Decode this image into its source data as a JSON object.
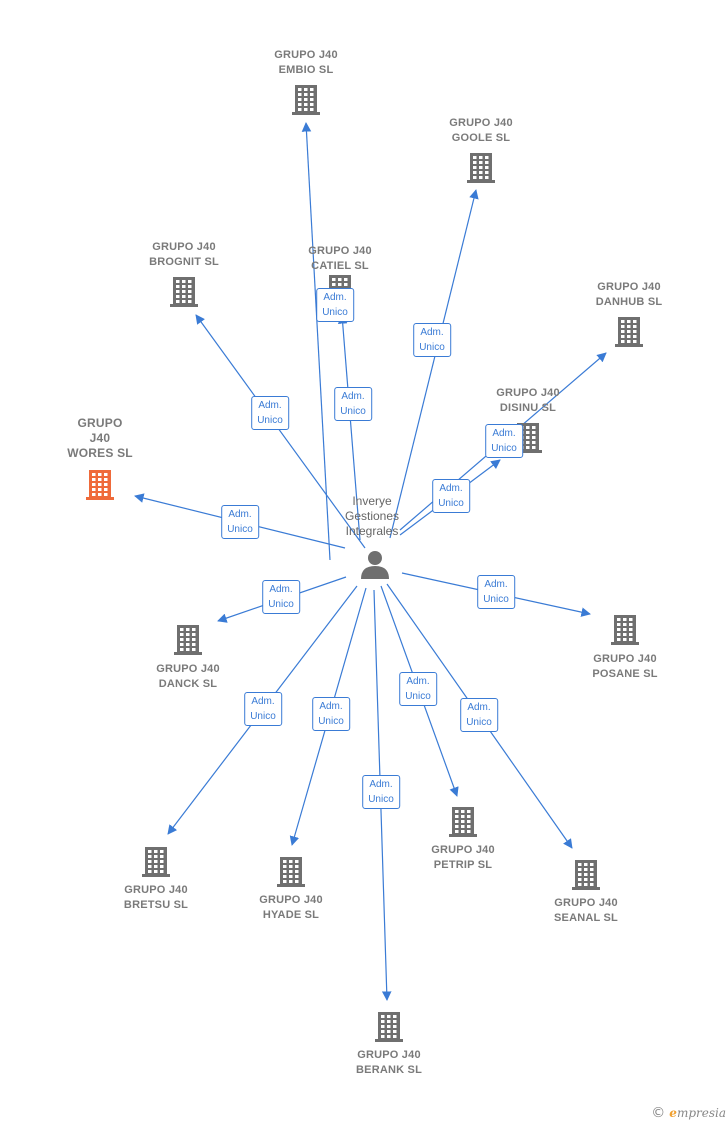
{
  "colors": {
    "edge": "#3a7bd5",
    "building": "#6f6f6f",
    "building_highlight": "#ef6a3a",
    "person": "#6f6f6f"
  },
  "icons": {
    "company": "building-icon",
    "person": "person-icon",
    "arrow": "arrowhead-icon"
  },
  "center": {
    "lines": [
      "Inverye",
      "Gestiones",
      "Integrales"
    ]
  },
  "relation_label": [
    "Adm.",
    "Unico"
  ],
  "companies": [
    {
      "id": "embio",
      "lines": [
        "GRUPO J40",
        "EMBIO  SL"
      ]
    },
    {
      "id": "goole",
      "lines": [
        "GRUPO J40",
        "GOOLE  SL"
      ]
    },
    {
      "id": "brognit",
      "lines": [
        "GRUPO J40",
        "BROGNIT  SL"
      ]
    },
    {
      "id": "catiel",
      "lines": [
        "GRUPO J40",
        "CATIEL  SL"
      ]
    },
    {
      "id": "danhub",
      "lines": [
        "GRUPO J40",
        "DANHUB  SL"
      ]
    },
    {
      "id": "disinu",
      "lines": [
        "GRUPO J40",
        "DISINU  SL"
      ]
    },
    {
      "id": "wores",
      "lines": [
        "GRUPO",
        "J40",
        "WORES  SL"
      ],
      "highlight": true
    },
    {
      "id": "danck",
      "lines": [
        "GRUPO J40",
        "DANCK  SL"
      ]
    },
    {
      "id": "posane",
      "lines": [
        "GRUPO J40",
        "POSANE  SL"
      ]
    },
    {
      "id": "bretsu",
      "lines": [
        "GRUPO J40",
        "BRETSU  SL"
      ]
    },
    {
      "id": "hyade",
      "lines": [
        "GRUPO J40",
        "HYADE  SL"
      ]
    },
    {
      "id": "petrip",
      "lines": [
        "GRUPO J40",
        "PETRIP  SL"
      ]
    },
    {
      "id": "seanal",
      "lines": [
        "GRUPO J40",
        "SEANAL  SL"
      ]
    },
    {
      "id": "berank",
      "lines": [
        "GRUPO J40",
        "BERANK  SL"
      ]
    }
  ],
  "watermark": {
    "copyright": "©",
    "brand_initial": "e",
    "brand_rest": "mpresia"
  }
}
